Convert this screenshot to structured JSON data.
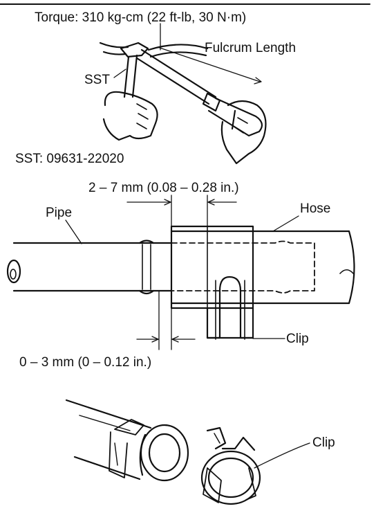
{
  "torque_spec": "Torque:  310 kg-cm (22 ft-lb, 30 N·m)",
  "fulcrum_label": "Fulcrum Length",
  "sst_label": "SST",
  "sst_number": "SST:  09631-22020",
  "clamp_range": "2 – 7 mm (0.08 – 0.28 in.)",
  "pipe_label": "Pipe",
  "hose_label": "Hose",
  "clip_label_mid": "Clip",
  "pipe_gap": "0 – 3 mm (0 – 0.12 in.)",
  "clip_label_bottom": "Clip",
  "colors": {
    "ink": "#111111",
    "paper": "#ffffff"
  }
}
